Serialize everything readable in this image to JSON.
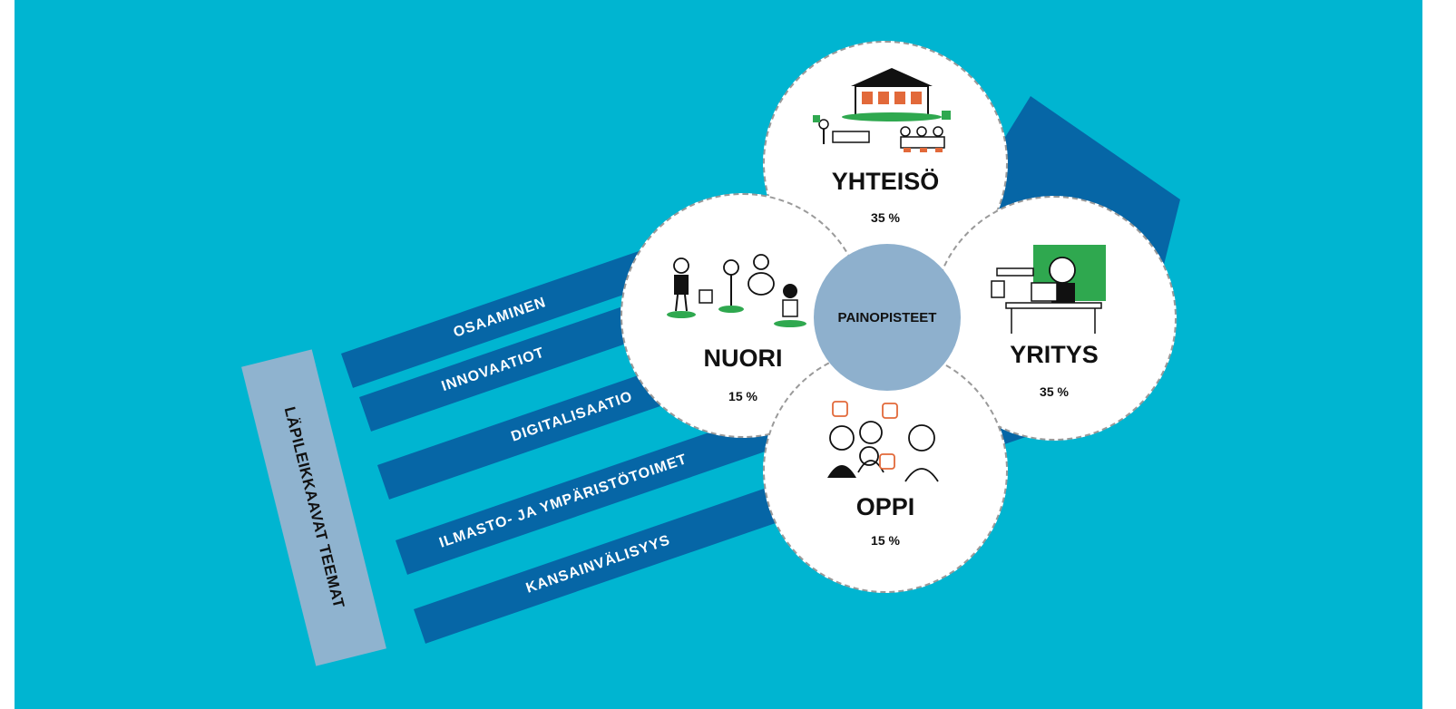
{
  "themes_header": "LÄPILEIKKAAVAT TEEMAT",
  "themes": [
    "OSAAMINEN",
    "INNOVAATIOT",
    "DIGITALISAATIO",
    "ILMASTO- JA YMPÄRISTÖTOIMET",
    "KANSAINVÄLISYYS"
  ],
  "center_label": "PAINOPISTEET",
  "circles": {
    "yhteiso": {
      "title": "YHTEISÖ",
      "percent": "35 %"
    },
    "nuori": {
      "title": "NUORI",
      "percent": "15 %"
    },
    "yritys": {
      "title": "YRITYS",
      "percent": "35 %"
    },
    "oppi": {
      "title": "OPPI",
      "percent": "15 %"
    }
  },
  "colors": {
    "background": "#00b5d1",
    "band": "#0666a6",
    "side_bar": "#8fb3cf",
    "center": "#8eb0cd",
    "accent_green": "#2fa84f",
    "accent_orange": "#e2693a"
  },
  "icons": [
    "house-community-illustration",
    "youth-band-illustration",
    "entrepreneur-desk-illustration",
    "learning-people-illustration"
  ]
}
